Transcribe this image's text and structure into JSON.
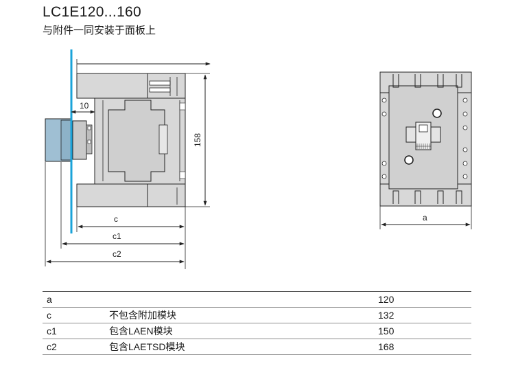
{
  "header": {
    "title": "LC1E120...160",
    "subtitle": "与附件一同安装于面板上"
  },
  "side_view": {
    "dim_small": "10",
    "dim_height": "158",
    "dim_c": "c",
    "dim_c1": "c1",
    "dim_c2": "c2"
  },
  "front_view": {
    "dim_a": "a"
  },
  "colors": {
    "panel_line": "#1aa3d9",
    "body_fill": "#d8d8d8",
    "accessory_fill": "#9fbfd3",
    "outline": "#222222"
  },
  "table": {
    "rows": [
      {
        "symbol": "a",
        "description": "",
        "value": "120"
      },
      {
        "symbol": "c",
        "description": "不包含附加模块",
        "value": "132"
      },
      {
        "symbol": "c1",
        "description": "包含LAEN模块",
        "value": "150"
      },
      {
        "symbol": "c2",
        "description": "包含LAETSD模块",
        "value": "168"
      }
    ]
  }
}
